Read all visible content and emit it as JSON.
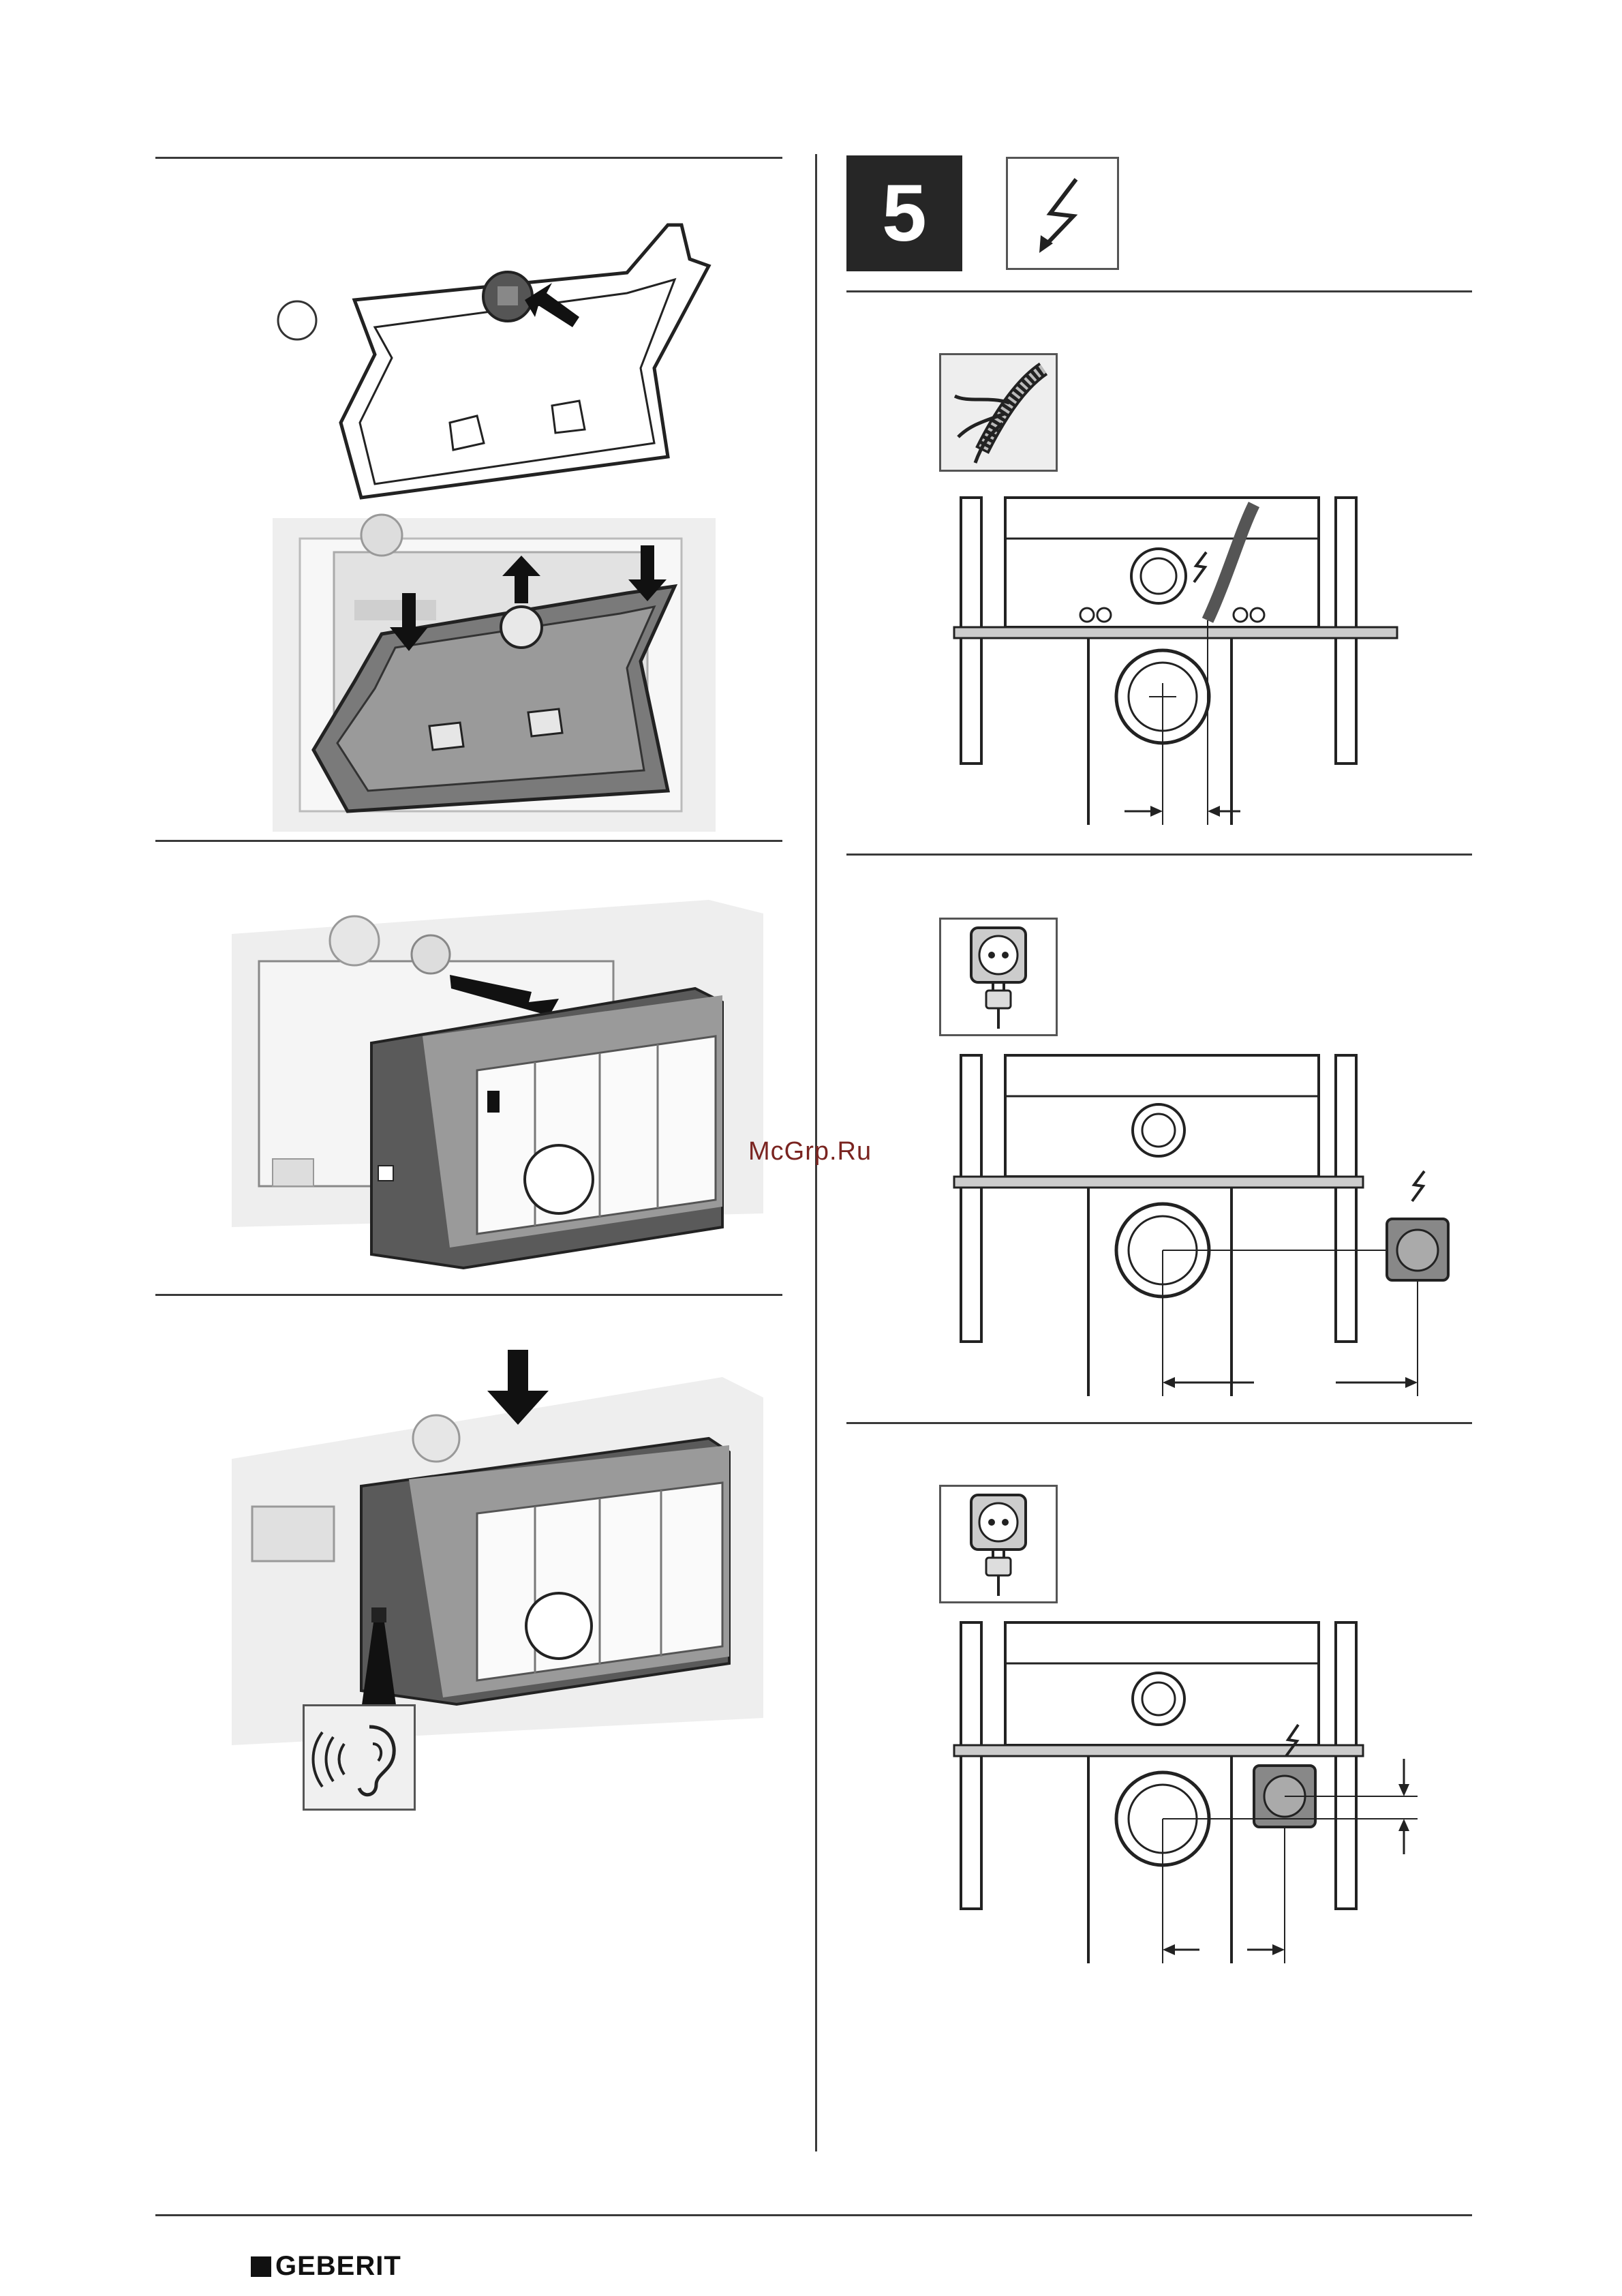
{
  "step": {
    "number": "5"
  },
  "watermark": {
    "text": "McGrp.Ru"
  },
  "brand": {
    "logo_text": "GEBERIT"
  },
  "icons": {
    "step_icon": "electric-bolt-icon",
    "cable_icon": "conduit-cable-icon",
    "socket_icon_1": "power-socket-plug-icon",
    "socket_icon_2": "power-socket-plug-icon",
    "ear_icon": "ear-listen-icon"
  },
  "left_column": {
    "panels": [
      {
        "id": "panel-1",
        "callouts": [
          "",
          ""
        ]
      },
      {
        "id": "panel-2"
      },
      {
        "id": "panel-3"
      }
    ]
  },
  "right_column": {
    "panels": [
      {
        "id": "panel-cable"
      },
      {
        "id": "panel-socket-side"
      },
      {
        "id": "panel-socket-low"
      }
    ]
  }
}
